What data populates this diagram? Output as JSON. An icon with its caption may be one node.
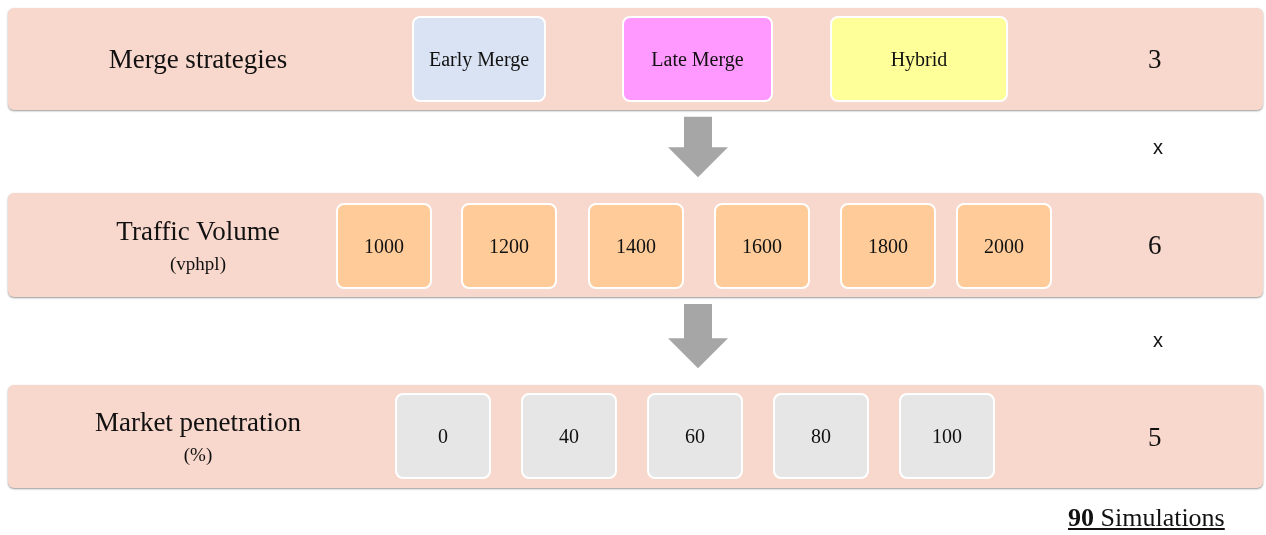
{
  "diagram": {
    "nodes": [
      {
        "text": [
          "Merge strategies",
          "3"
        ]
      },
      {
        "text": [
          "Early Merge"
        ],
        "in": 0
      },
      {
        "text": [
          "Late Merge"
        ],
        "in": 0
      },
      {
        "text": [
          "Hybrid"
        ],
        "in": 0
      },
      {
        "text": [
          "Traffic Volume",
          "(vphpl)",
          "6"
        ]
      },
      {
        "text": [
          "1000"
        ],
        "in": 4
      },
      {
        "text": [
          "1200"
        ],
        "in": 4
      },
      {
        "text": [
          "1400"
        ],
        "in": 4
      },
      {
        "text": [
          "1600"
        ],
        "in": 4
      },
      {
        "text": [
          "1800"
        ],
        "in": 4
      },
      {
        "text": [
          "2000"
        ],
        "in": 4
      },
      {
        "text": [
          "Market penetration",
          "(%)",
          "5"
        ]
      },
      {
        "text": [
          "0"
        ],
        "in": 11
      },
      {
        "text": [
          "40"
        ],
        "in": 11
      },
      {
        "text": [
          "60"
        ],
        "in": 11
      },
      {
        "text": [
          "80"
        ],
        "in": 11
      },
      {
        "text": [
          "100"
        ],
        "in": 11
      }
    ],
    "edges": [
      {
        "from": 0,
        "to": 4,
        "arrow": "to",
        "style": "thick"
      },
      {
        "from": 4,
        "to": 11,
        "arrow": "to",
        "style": "thick"
      }
    ],
    "labels": [
      "x",
      "x",
      "**90** Simulations"
    ]
  }
}
